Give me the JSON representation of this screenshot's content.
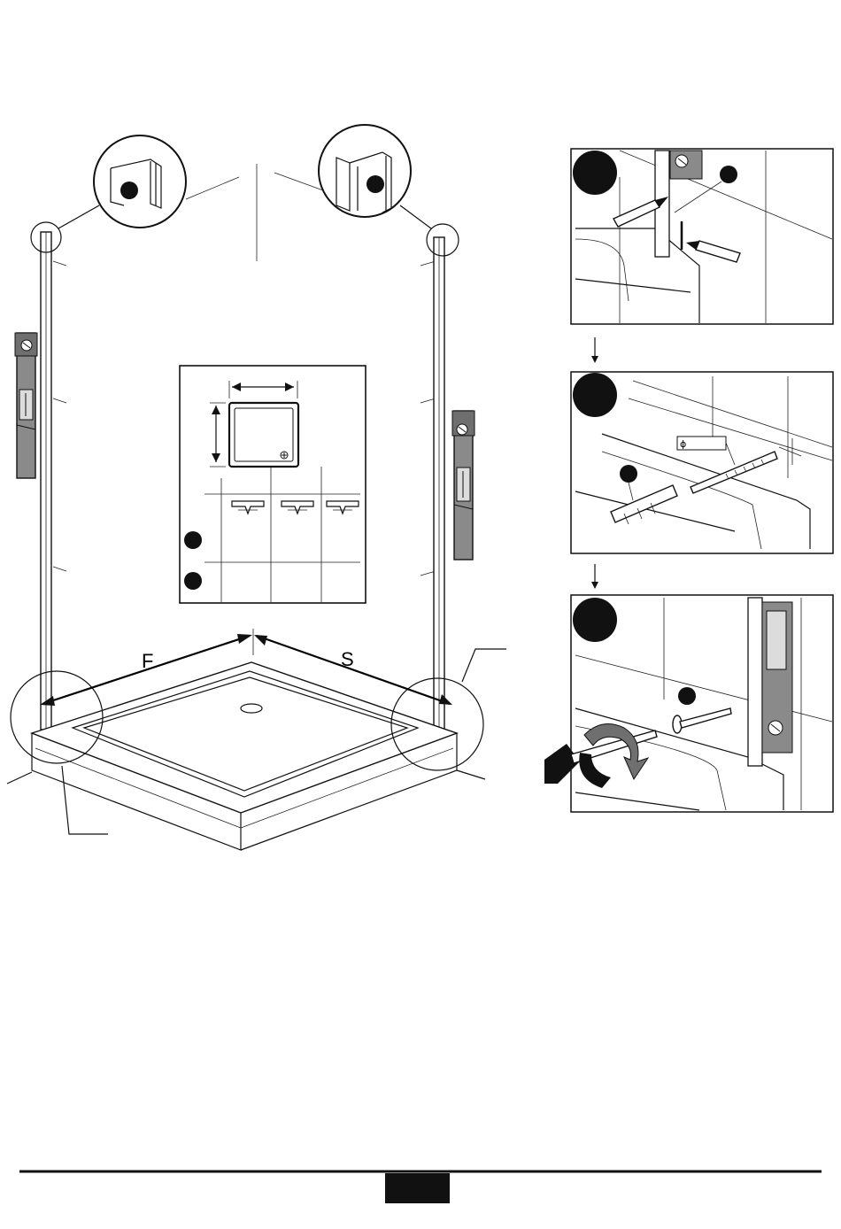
{
  "main": {
    "dimension_labels": {
      "front": "F",
      "side": "S"
    }
  },
  "panels": {
    "drill_diameter_symbol": "ϕ"
  },
  "colors": {
    "line": "#111111",
    "level_body": "#8a8a8a",
    "footer_block": "#111111"
  },
  "icons": [
    "spirit-level-icon",
    "pencil-icon",
    "wall-plug-icon",
    "screw-icon",
    "screwdriver-icon",
    "rotation-arrow-icon",
    "drain-symbol-icon"
  ],
  "footer": {
    "page_number": ""
  }
}
